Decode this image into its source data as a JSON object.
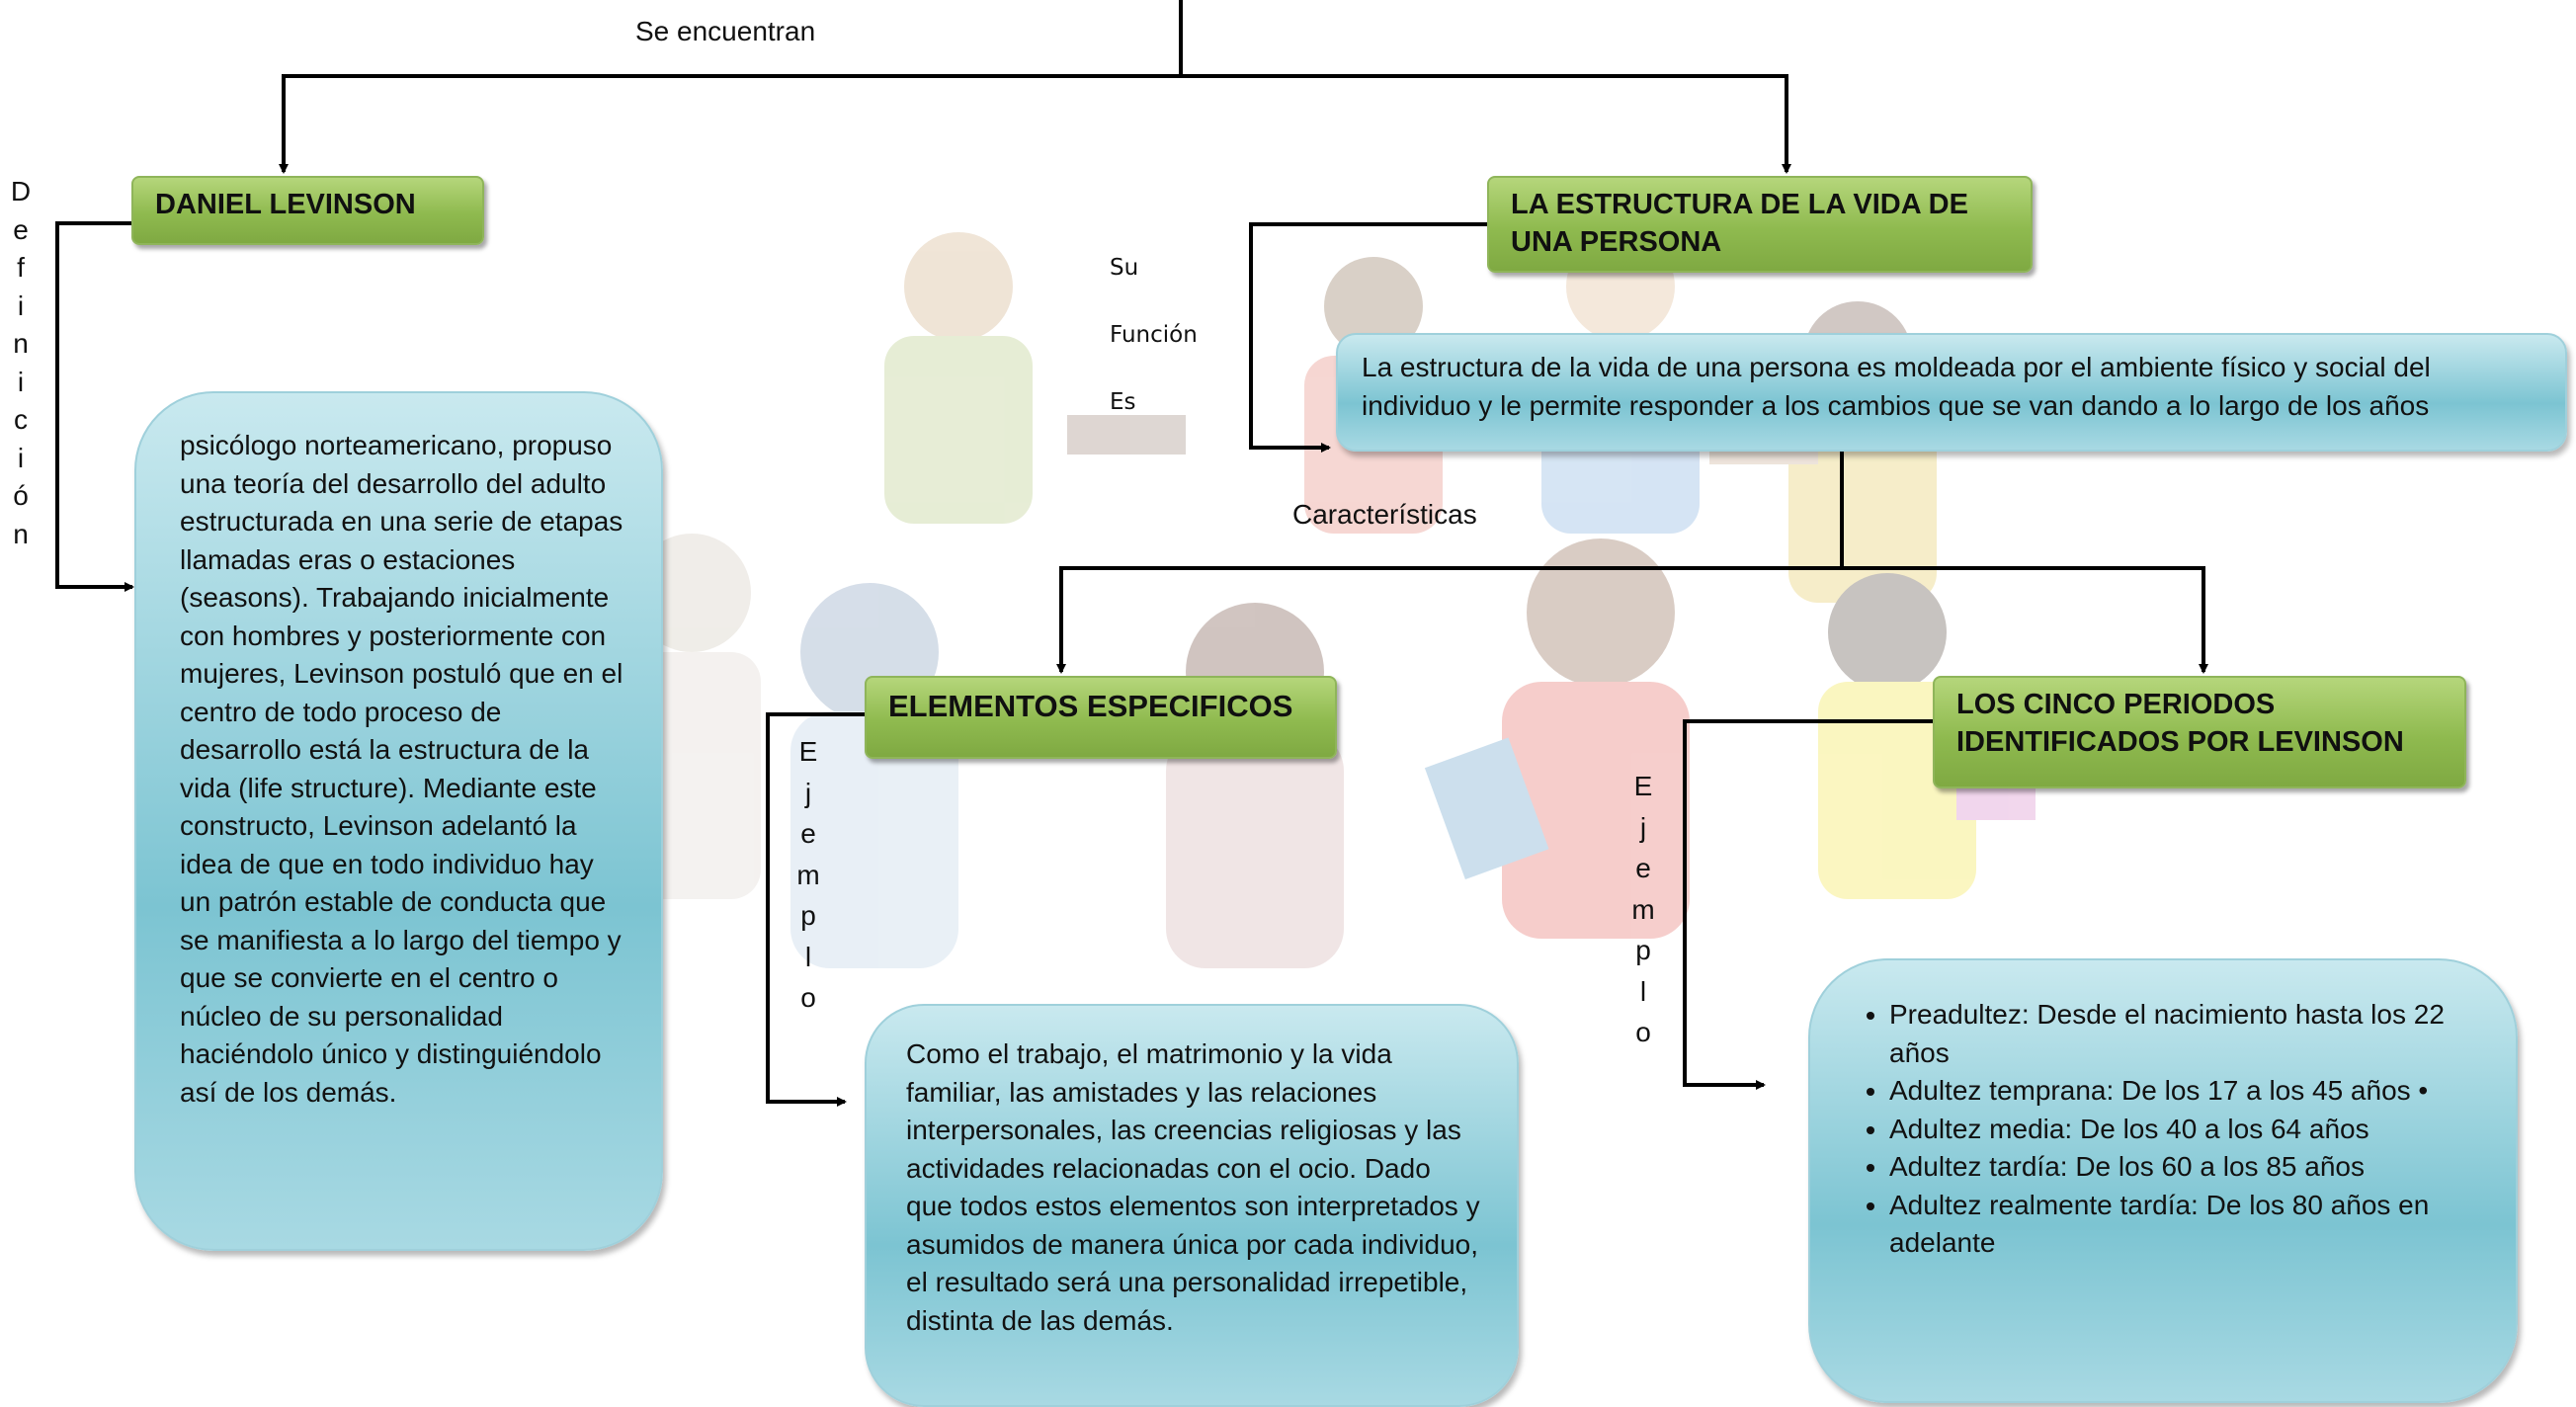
{
  "labels": {
    "se_encuentran": "Se encuentran",
    "su": "Su",
    "funcion": "Función",
    "es": "Es",
    "caracteristicas": "Características",
    "definicion": "Definición",
    "ejemplo": "Ejemplo"
  },
  "nodes": {
    "levinson": "DANIEL LEVINSON",
    "estructura": "LA ESTRUCTURA DE LA VIDA DE UNA PERSONA",
    "elementos": "ELEMENTOS ESPECIFICOS",
    "periodos": "LOS CINCO PERIODOS IDENTIFICADOS POR LEVINSON"
  },
  "boxes": {
    "definicion_text": " psicólogo norteamericano, propuso una teoría del desarrollo del adulto estructurada en una serie de etapas llamadas eras o estaciones (seasons). Trabajando inicialmente con hombres y posteriormente con mujeres, Levinson postuló que en el centro de todo proceso de desarrollo está la estructura de la vida (life structure). Mediante este constructo, Levinson adelantó la idea de que en todo individuo hay un patrón estable de conducta que se manifiesta a lo largo del tiempo y que se convierte en el centro o núcleo de su personalidad haciéndolo único y distinguiéndolo así de los demás.",
    "estructura_text": "La estructura de la vida de una persona es moldeada por el ambiente físico y social del individuo y le permite responder a los cambios que se van dando a lo largo de los años",
    "elementos_text": "Como el trabajo, el matrimonio y la vida familiar, las amistades y las relaciones interpersonales, las creencias religiosas y las actividades relacionadas con el ocio. Dado que todos estos elementos son interpretados y asumidos de manera única por cada individuo, el resultado será una personalidad irrepetible, distinta de las demás.",
    "periodos_list": [
      "Preadultez: Desde el nacimiento hasta los 22 años",
      " Adultez temprana: De los 17 a los 45 años •",
      "Adultez media: De los 40 a los 64 años",
      " Adultez tardía: De los 60 a los 85 años",
      "Adultez realmente tardía: De los 80 años en adelante"
    ]
  },
  "colors": {
    "green_node": "#8fba4f",
    "blue_box": "#7cc4d2",
    "connector": "#000000"
  }
}
